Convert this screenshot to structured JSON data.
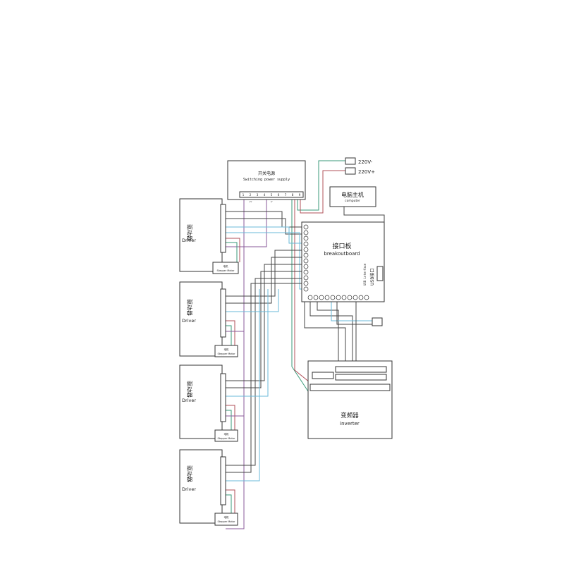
{
  "power_supply": {
    "title_cn": "开关电源",
    "title_en": "Switching power supply",
    "terminals": [
      "1",
      "2",
      "3",
      "4",
      "5",
      "6",
      "7",
      "8",
      "9"
    ],
    "labels": [
      "+V",
      "-V"
    ]
  },
  "mains": {
    "neg": "220V-",
    "pos": "220V+"
  },
  "computer": {
    "title_cn": "电脑主机",
    "title_en": "computer"
  },
  "breakout": {
    "title_cn": "接口板",
    "title_en": "breakoutboard",
    "usb_en": "USB interface",
    "usb_cn": "USB接口"
  },
  "drivers": [
    {
      "title_cn": "驱动器",
      "title_en": "Driver",
      "motor_cn": "电机",
      "motor_en": "Stepper Motor"
    },
    {
      "title_cn": "驱动器",
      "title_en": "Driver",
      "motor_cn": "电机",
      "motor_en": "Stepper Motor"
    },
    {
      "title_cn": "驱动器",
      "title_en": "Driver",
      "motor_cn": "电机",
      "motor_en": "Stepper Motor"
    },
    {
      "title_cn": "驱动器",
      "title_en": "Driver",
      "motor_cn": "电机",
      "motor_en": "Stepper Motor"
    }
  ],
  "inverter": {
    "title_cn": "变频器",
    "title_en": "inverter"
  },
  "colors": {
    "red_wire": "#b0505a",
    "green_wire": "#3a9a7a",
    "blue_wire": "#6ab8d8",
    "purple_wire": "#8a5a9a",
    "black_wire": "#444444"
  }
}
